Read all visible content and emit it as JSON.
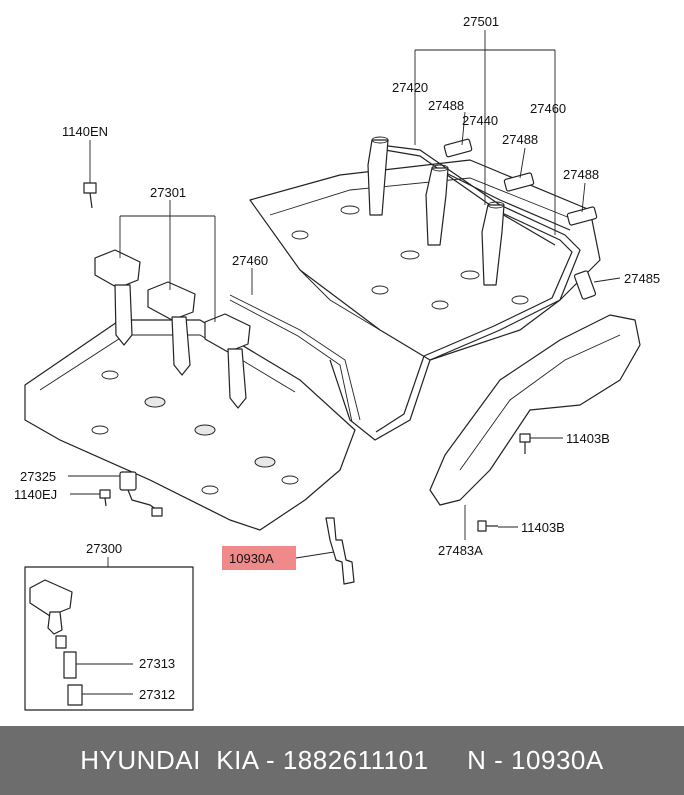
{
  "callouts": {
    "c27501": "27501",
    "c27420": "27420",
    "c27488a": "27488",
    "c27440": "27440",
    "c27460a": "27460",
    "c27488b": "27488",
    "c27488c": "27488",
    "c1140EN": "1140EN",
    "c27301": "27301",
    "c27460b": "27460",
    "c27485": "27485",
    "c11403Ba": "11403B",
    "c27325": "27325",
    "c1140EJ": "1140EJ",
    "c11403Bb": "11403B",
    "c27483A": "27483A",
    "c27300": "27300",
    "c10930A": "10930A",
    "c27313": "27313",
    "c27312": "27312"
  },
  "highlight_color": "#f08a8a",
  "footer": {
    "text": "HYUNDAI  KIA - 1882611101     N - 10930A"
  }
}
